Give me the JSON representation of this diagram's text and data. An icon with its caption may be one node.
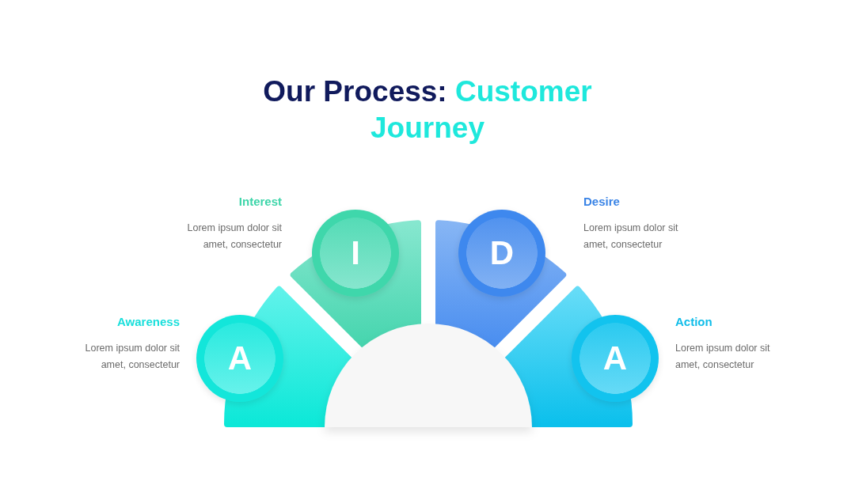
{
  "diagram": {
    "title": "Our Process: Customer Journey",
    "nodes": [
      {
        "text": [
          "A"
        ],
        "beside": [
          "Awareness",
          "Lorem ipsum dolor sit amet, consectetur"
        ]
      },
      {
        "text": [
          "I"
        ],
        "beside": [
          "Interest",
          "Lorem ipsum dolor sit amet, consectetur"
        ]
      },
      {
        "text": [
          "D"
        ],
        "beside": [
          "Desire",
          "Lorem ipsum dolor sit amet, consectetur"
        ]
      },
      {
        "text": [
          "A"
        ],
        "beside": [
          "Action",
          "Lorem ipsum dolor sit amet, consectetur"
        ]
      }
    ]
  }
}
